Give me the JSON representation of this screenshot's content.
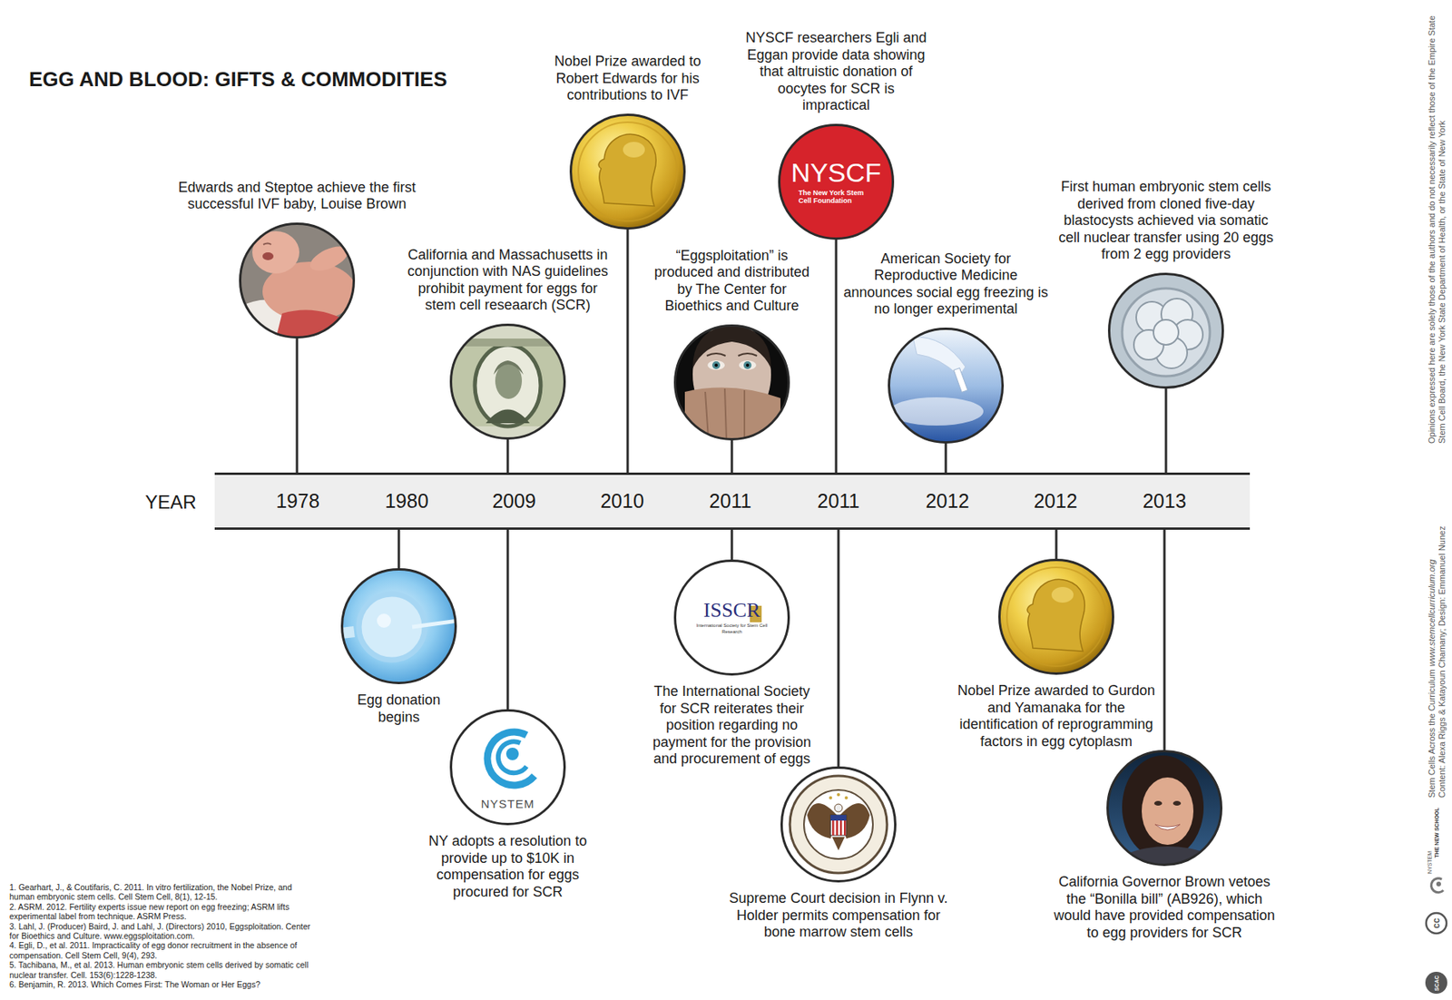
{
  "diagram": {
    "title": "EGG AND BLOOD: GIFTS & COMMODITIES",
    "nodes": [
      {
        "text": [
          "1978"
        ]
      },
      {
        "text": [
          "1980"
        ]
      },
      {
        "text": [
          "2009"
        ]
      },
      {
        "text": [
          "2010"
        ]
      },
      {
        "text": [
          "2011"
        ]
      },
      {
        "text": [
          "2011"
        ]
      },
      {
        "text": [
          "2012"
        ]
      },
      {
        "text": [
          "2012"
        ]
      },
      {
        "text": [
          "2013"
        ]
      },
      {
        "text": [
          "Edwards and Steptoe achieve the first successful IVF baby, Louise Brown"
        ]
      },
      {
        "text": [
          "Egg donation begins"
        ]
      },
      {
        "text": [
          "California and Massachusetts in conjunction with NAS guidelines prohibit payment for eggs for stem cell reseaarch (SCR)"
        ]
      },
      {
        "text": [
          "NYSTEM",
          "NY adopts a resolution to provide up to $10K in compensation for eggs procured for SCR"
        ]
      },
      {
        "text": [
          "Nobel Prize awarded to Robert Edwards for his contributions to IVF"
        ]
      },
      {
        "text": [
          "“Eggsploitation” is produced and distributed by The Center for Bioethics and Culture"
        ]
      },
      {
        "text": [
          "ISSCR",
          "International Society for Stem Cell Research",
          "The International Society for SCR reiterates their position regarding no payment for the provision and procurement of eggs"
        ]
      },
      {
        "text": [
          "NYSCF researchers Egli and Eggan provide data showing that altruistic donation of oocytes for SCR is impractical",
          "NYSCF",
          "The New York Stem Cell Foundation"
        ]
      },
      {
        "text": [
          "Supreme Court decision in Flynn v. Holder permits compensation for bone marrow stem cells"
        ]
      },
      {
        "text": [
          "American Society for Reproductive Medicine announces social egg freezing is no longer experimental"
        ]
      },
      {
        "text": [
          "Nobel Prize awarded to Gurdon and Yamanaka for the identification of reprogramming factors in egg cytoplasm"
        ]
      },
      {
        "text": [
          "First human embryonic stem cells derived from cloned five-day blastocysts achieved via somatic cell nuclear transfer using 20 eggs from 2 egg providers"
        ]
      },
      {
        "text": [
          "California Governor Brown vetoes the “Bonilla bill” (AB926), which would have provided compensation to egg providers for SCR"
        ]
      }
    ],
    "edges": [
      {
        "from": 0,
        "to": 9,
        "arrow": "none"
      },
      {
        "from": 1,
        "to": 10,
        "arrow": "none"
      },
      {
        "from": 2,
        "to": 11,
        "arrow": "none"
      },
      {
        "from": 2,
        "to": 12,
        "arrow": "none"
      },
      {
        "from": 3,
        "to": 13,
        "arrow": "none"
      },
      {
        "from": 4,
        "to": 14,
        "arrow": "none"
      },
      {
        "from": 4,
        "to": 15,
        "arrow": "none"
      },
      {
        "from": 5,
        "to": 16,
        "arrow": "none"
      },
      {
        "from": 5,
        "to": 17,
        "arrow": "none"
      },
      {
        "from": 6,
        "to": 18,
        "arrow": "none"
      },
      {
        "from": 7,
        "to": 19,
        "arrow": "none"
      },
      {
        "from": 8,
        "to": 20,
        "arrow": "none"
      },
      {
        "from": 8,
        "to": 21,
        "arrow": "none"
      }
    ],
    "labels": [
      "YEAR",
      "1. Gearhart, J., & Coutifaris, C. 2011. In vitro fertilization, the Nobel Prize, and human embryonic stem cells. Cell Stem Cell, 8(1), 12-15.",
      "2. ASRM. 2012. Fertility experts issue new report on egg freezing; ASRM lifts experimental label from technique. ASRM Press.",
      "3. Lahl, J. (Producer) Baird, J. and Lahl, J. (Directors) 2010, Eggsploitation. Center for Bioethics and Culture. www.eggsploitation.com.",
      "4. Egli, D., et al. 2011. Impracticality of egg donor recruitment in the absence of compensation. Cell Stem Cell, 9(4), 293.",
      "5. Tachibana, M., et al. 2013. Human embryonic stem cells derived by somatic cell nuclear transfer. Cell. 153(6):1228-1238.",
      "6. Benjamin, R. 2013. Which Comes First: The Woman or Her Eggs?",
      "Opinions expressed here are solely those of the authors and do not necessarily reflect those of the Empire State Stem Cell Board, the New York State Department of Health, or the State of New York",
      "Stem Cells Across the Curriculum",
      "www.stemcellcurriculum.org",
      "Content: Alexa Riggs & Katayoun Chamany; Design: Emmanuel Nunez",
      "THE NEW SCHOOL",
      "NYSTEM",
      "cc",
      "SCAC"
    ]
  }
}
